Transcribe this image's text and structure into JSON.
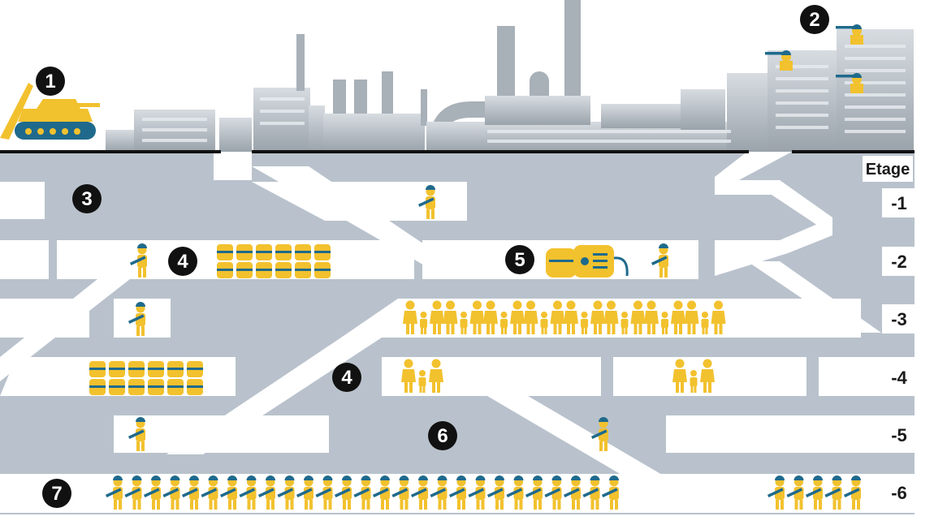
{
  "legend": {
    "etage_label": "Etage"
  },
  "floors": [
    {
      "label": "-1"
    },
    {
      "label": "-2"
    },
    {
      "label": "-3"
    },
    {
      "label": "-4"
    },
    {
      "label": "-5"
    },
    {
      "label": "-6"
    }
  ],
  "markers": [
    {
      "id": "m1",
      "number": "1",
      "meaning": "tank"
    },
    {
      "id": "m2",
      "number": "2",
      "meaning": "snipers-on-buildings"
    },
    {
      "id": "m3",
      "number": "3"
    },
    {
      "id": "m4a",
      "number": "4"
    },
    {
      "id": "m4b",
      "number": "4"
    },
    {
      "id": "m5",
      "number": "5"
    },
    {
      "id": "m6",
      "number": "6"
    },
    {
      "id": "m7",
      "number": "7"
    }
  ],
  "colors": {
    "ground": "#b9c2cc",
    "tunnel": "#ffffff",
    "figure": "#f2c12e",
    "accent": "#1f6a8c",
    "marker": "#111111",
    "factory": "#a8b0b8",
    "factory_dark": "#8e969e"
  }
}
